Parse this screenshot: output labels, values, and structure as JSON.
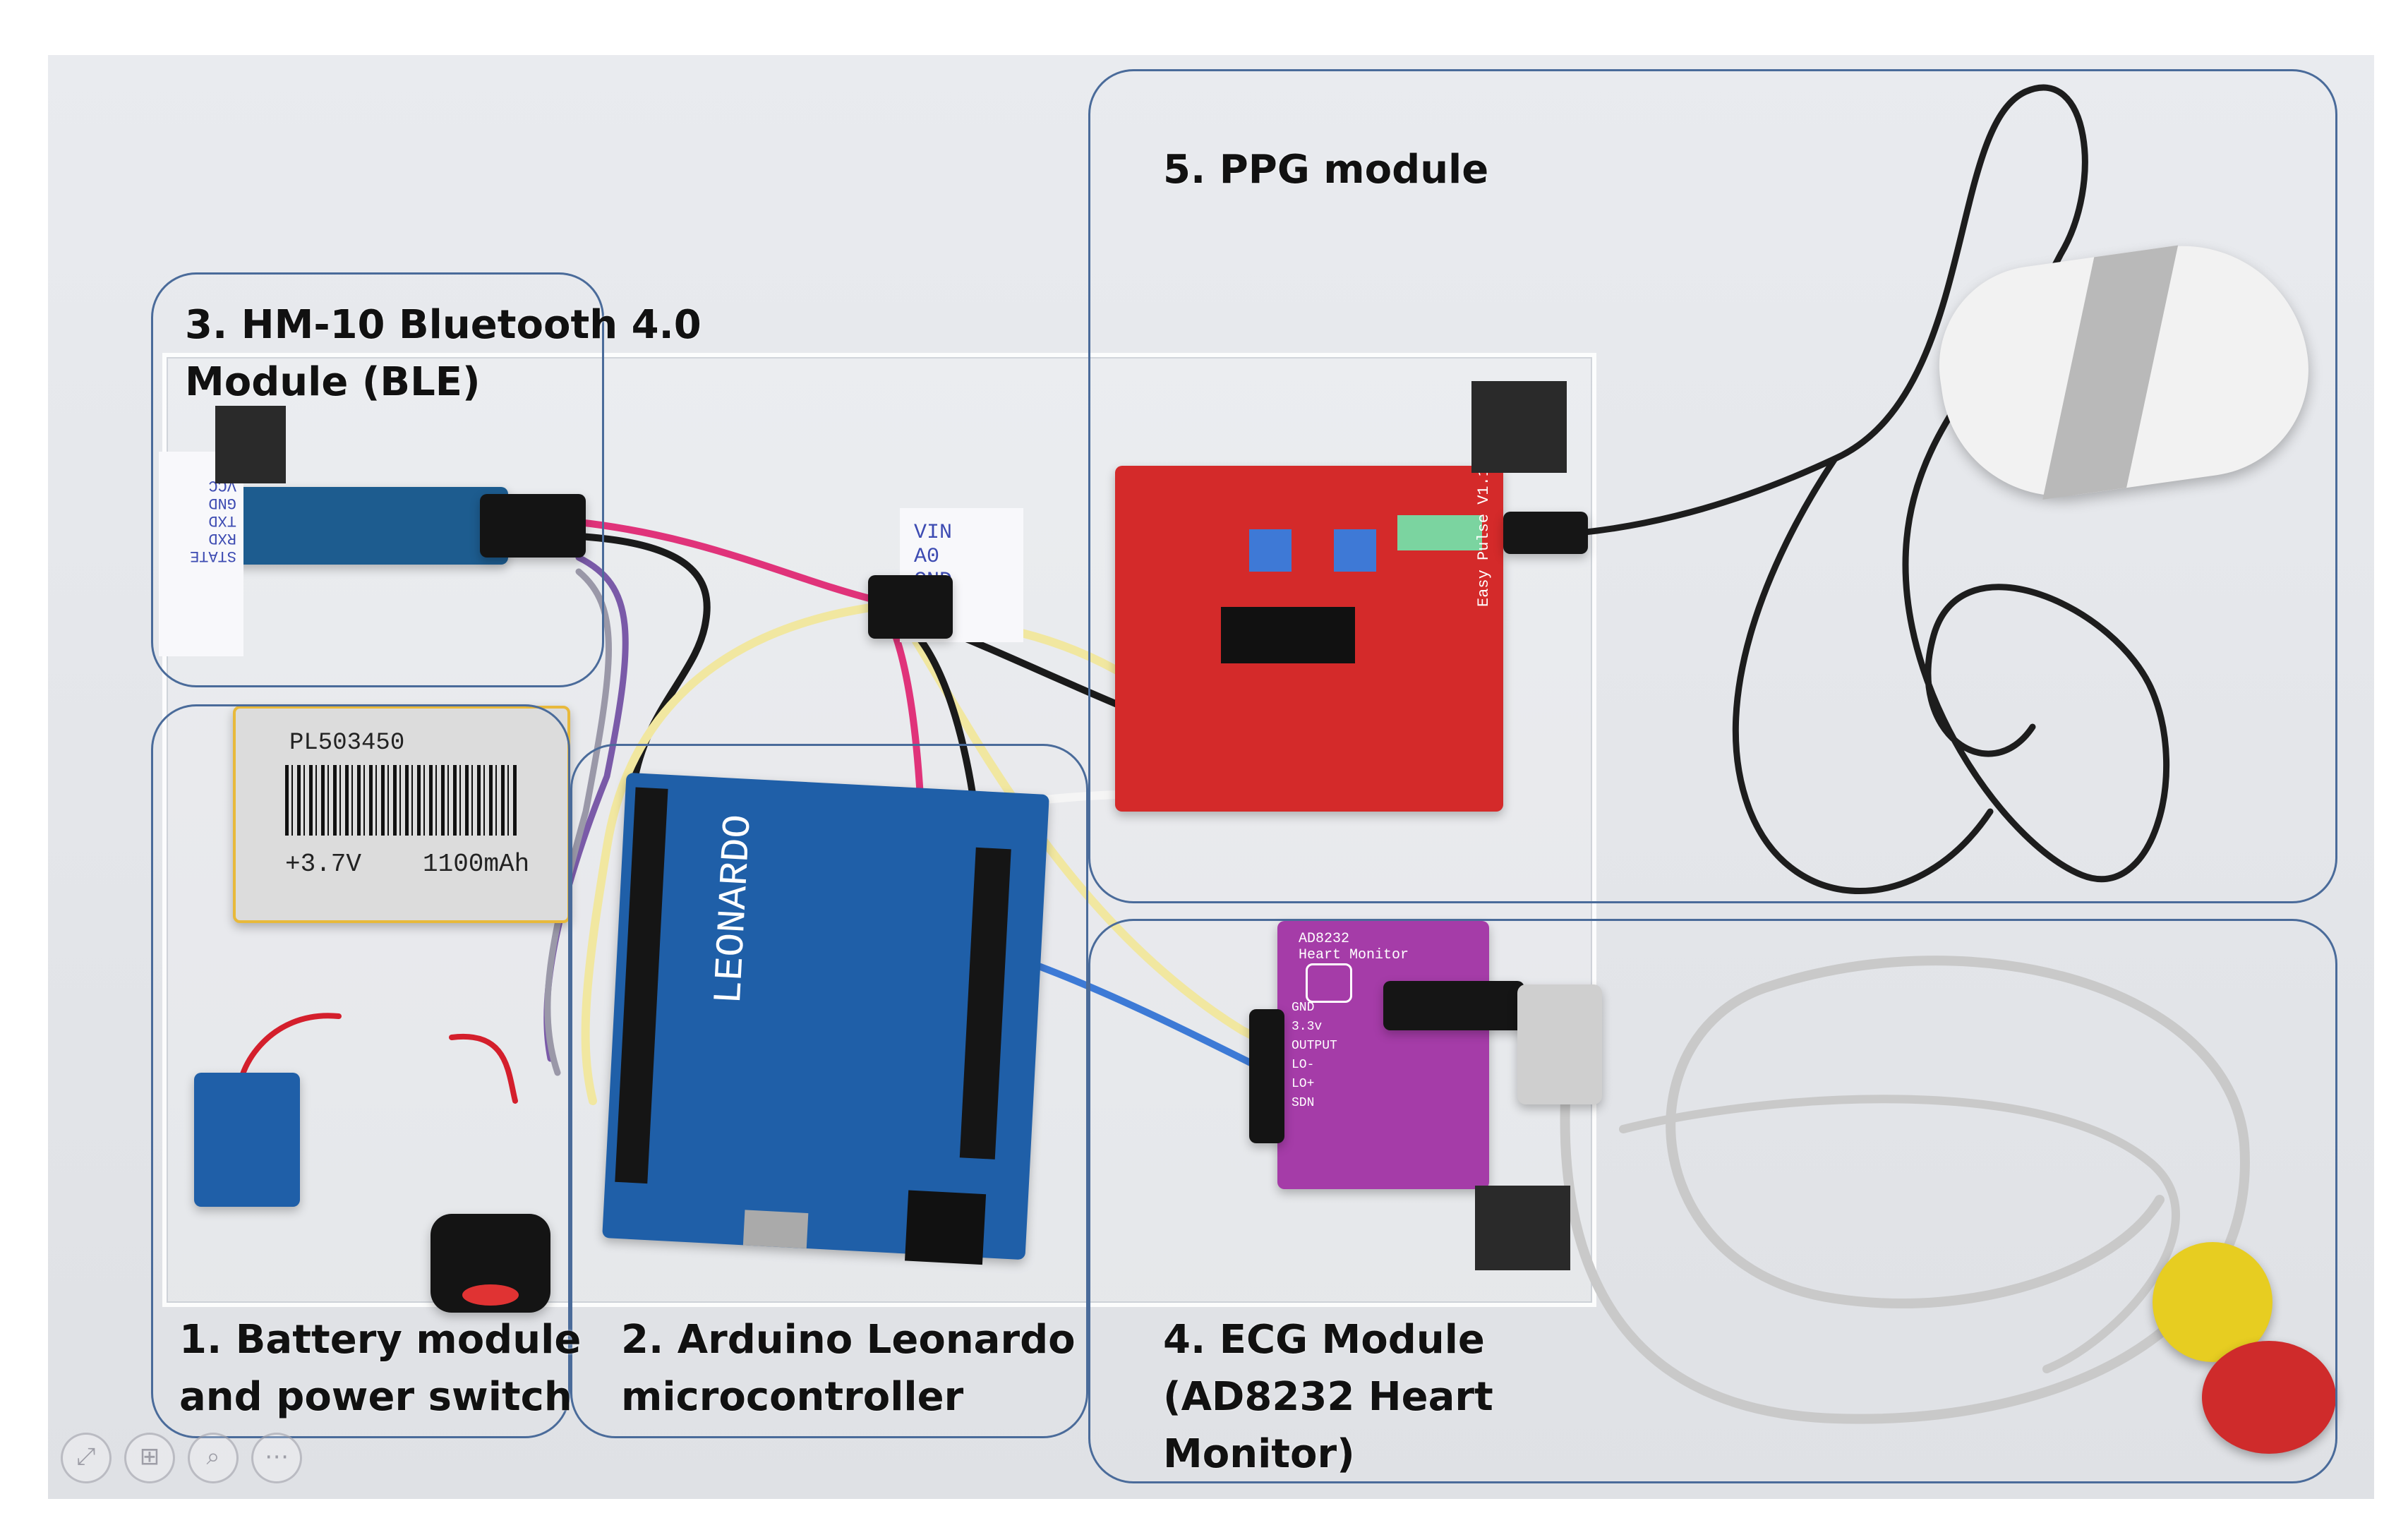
{
  "figure": {
    "regions": [
      {
        "id": "battery",
        "label": "1. Battery module\nand power switch"
      },
      {
        "id": "arduino",
        "label": "2. Arduino Leonardo\nmicrocontroller"
      },
      {
        "id": "bluetooth",
        "label": "3. HM-10 Bluetooth 4.0\nModule (BLE)"
      },
      {
        "id": "ecg",
        "label": "4. ECG Module\n(AD8232 Heart\nMonitor)"
      },
      {
        "id": "ppg",
        "label": "5. PPG module"
      }
    ],
    "battery_label": {
      "model": "PL503450",
      "voltage": "+3.7V",
      "capacity": "1100mAh"
    },
    "arduino_board_text": "LEONARDO",
    "bt_pin_note": "STATE\nRXD\nTXD\nGND\nVCC\nEN",
    "arduino_pin_note": "VIN\nA0\nGND",
    "ppg_board_text": "Easy Pulse V1.1",
    "ecg_board_text": "AD8232\nHeart Monitor",
    "ecg_pins": "GND\n3.3v\nOUTPUT\nLO-\nLO+\nSDN",
    "colors": {
      "region_border": "#4a6b9a",
      "ppg_board": "#d42a2a",
      "arduino_board": "#1f5fa8",
      "ecg_board": "#a53ca8",
      "bt_board": "#1d5c8f",
      "battery": "#d9d9d9"
    }
  },
  "toolbar": {
    "icons": [
      "expand-icon",
      "grid-icon",
      "zoom-icon",
      "more-icon"
    ],
    "glyphs": [
      "⤢",
      "⊞",
      "⌕",
      "⋯"
    ]
  }
}
